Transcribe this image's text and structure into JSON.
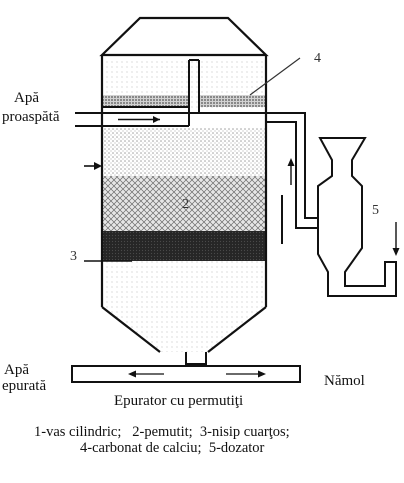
{
  "labels": {
    "fresh_water_line1": "Apă",
    "fresh_water_line2": "proaspătă",
    "treated_water_line1": "Apă",
    "treated_water_line2": "epurată",
    "sludge": "Nămol",
    "title": "Epurator cu permutiţi"
  },
  "numbers": {
    "n2": "2",
    "n3": "3",
    "n4": "4",
    "n5": "5"
  },
  "legend": {
    "line1": "1-vas cilindric;   2-pemutit;  3-nisip cuarţos;",
    "line2": "4-carbonat de calciu;  5-dozator"
  }
}
